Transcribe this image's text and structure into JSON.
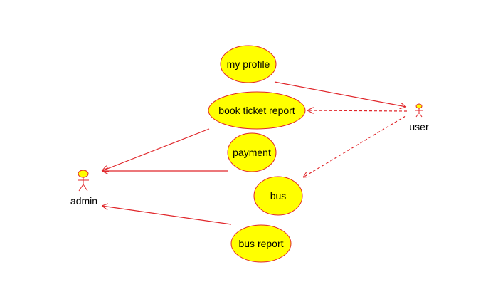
{
  "diagram": {
    "type": "use-case",
    "colors": {
      "line": "#e0262a",
      "usecase_fill": "#ffff00",
      "actor_head_fill": "#ffff00",
      "text": "#000000"
    },
    "actors": {
      "user": {
        "label": "user"
      },
      "admin": {
        "label": "admin"
      }
    },
    "usecases": {
      "my_profile": {
        "label": "my profile"
      },
      "book_ticket_report": {
        "label": "book ticket report"
      },
      "payment": {
        "label": "payment"
      },
      "bus": {
        "label": "bus"
      },
      "bus_report": {
        "label": "bus report"
      }
    },
    "relations": [
      {
        "from": "my profile",
        "to": "user",
        "style": "solid"
      },
      {
        "from": "user",
        "to": "book ticket report",
        "style": "dashed"
      },
      {
        "from": "user",
        "to": "bus",
        "style": "dashed"
      },
      {
        "from": "book ticket report",
        "to": "admin",
        "style": "solid"
      },
      {
        "from": "payment",
        "to": "admin",
        "style": "solid"
      },
      {
        "from": "bus report",
        "to": "admin",
        "style": "solid"
      }
    ]
  }
}
